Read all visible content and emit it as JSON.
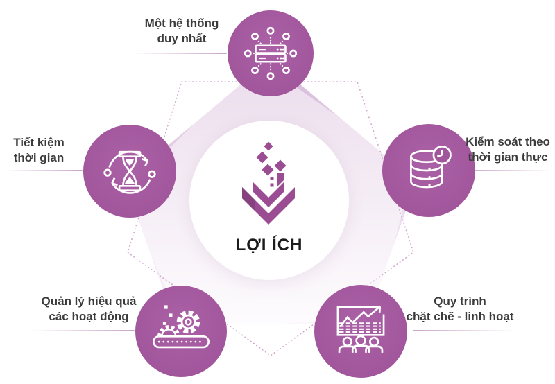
{
  "diagram": {
    "center": {
      "title": "LỢI ÍCH",
      "logo": "brand-diamond-logo"
    },
    "nodes": [
      {
        "id": "single-system",
        "position": "top",
        "line1": "Một hệ thống",
        "line2": "duy nhất",
        "icon": "server-network-icon"
      },
      {
        "id": "save-time",
        "position": "left",
        "line1": "Tiết kiệm",
        "line2": "thời gian",
        "icon": "hourglass-cycle-icon"
      },
      {
        "id": "realtime-control",
        "position": "right",
        "line1": "Kiểm soát theo",
        "line2": "thời gian thực",
        "icon": "database-clock-icon"
      },
      {
        "id": "manage-activities",
        "position": "bottom-left",
        "line1": "Quản lý hiệu quả",
        "line2": "các hoạt động",
        "icon": "gear-conveyor-icon"
      },
      {
        "id": "flexible-process",
        "position": "bottom-right",
        "line1": "Quy trình",
        "line2": "chặt chẽ - linh hoạt",
        "icon": "chart-people-icon"
      }
    ],
    "colors": {
      "node_circle": "#a55ba0",
      "logo_purple": "#9b4d94",
      "logo_purple_dark": "#86427f",
      "pentagon_top": "#d7b9d9",
      "pentagon_bottom": "#fbf8fc",
      "dotted_outline": "#d2a7cc",
      "divider": "#c8a3c8",
      "label_text": "#3b3b3b",
      "title_text": "#1b1b1b"
    }
  }
}
